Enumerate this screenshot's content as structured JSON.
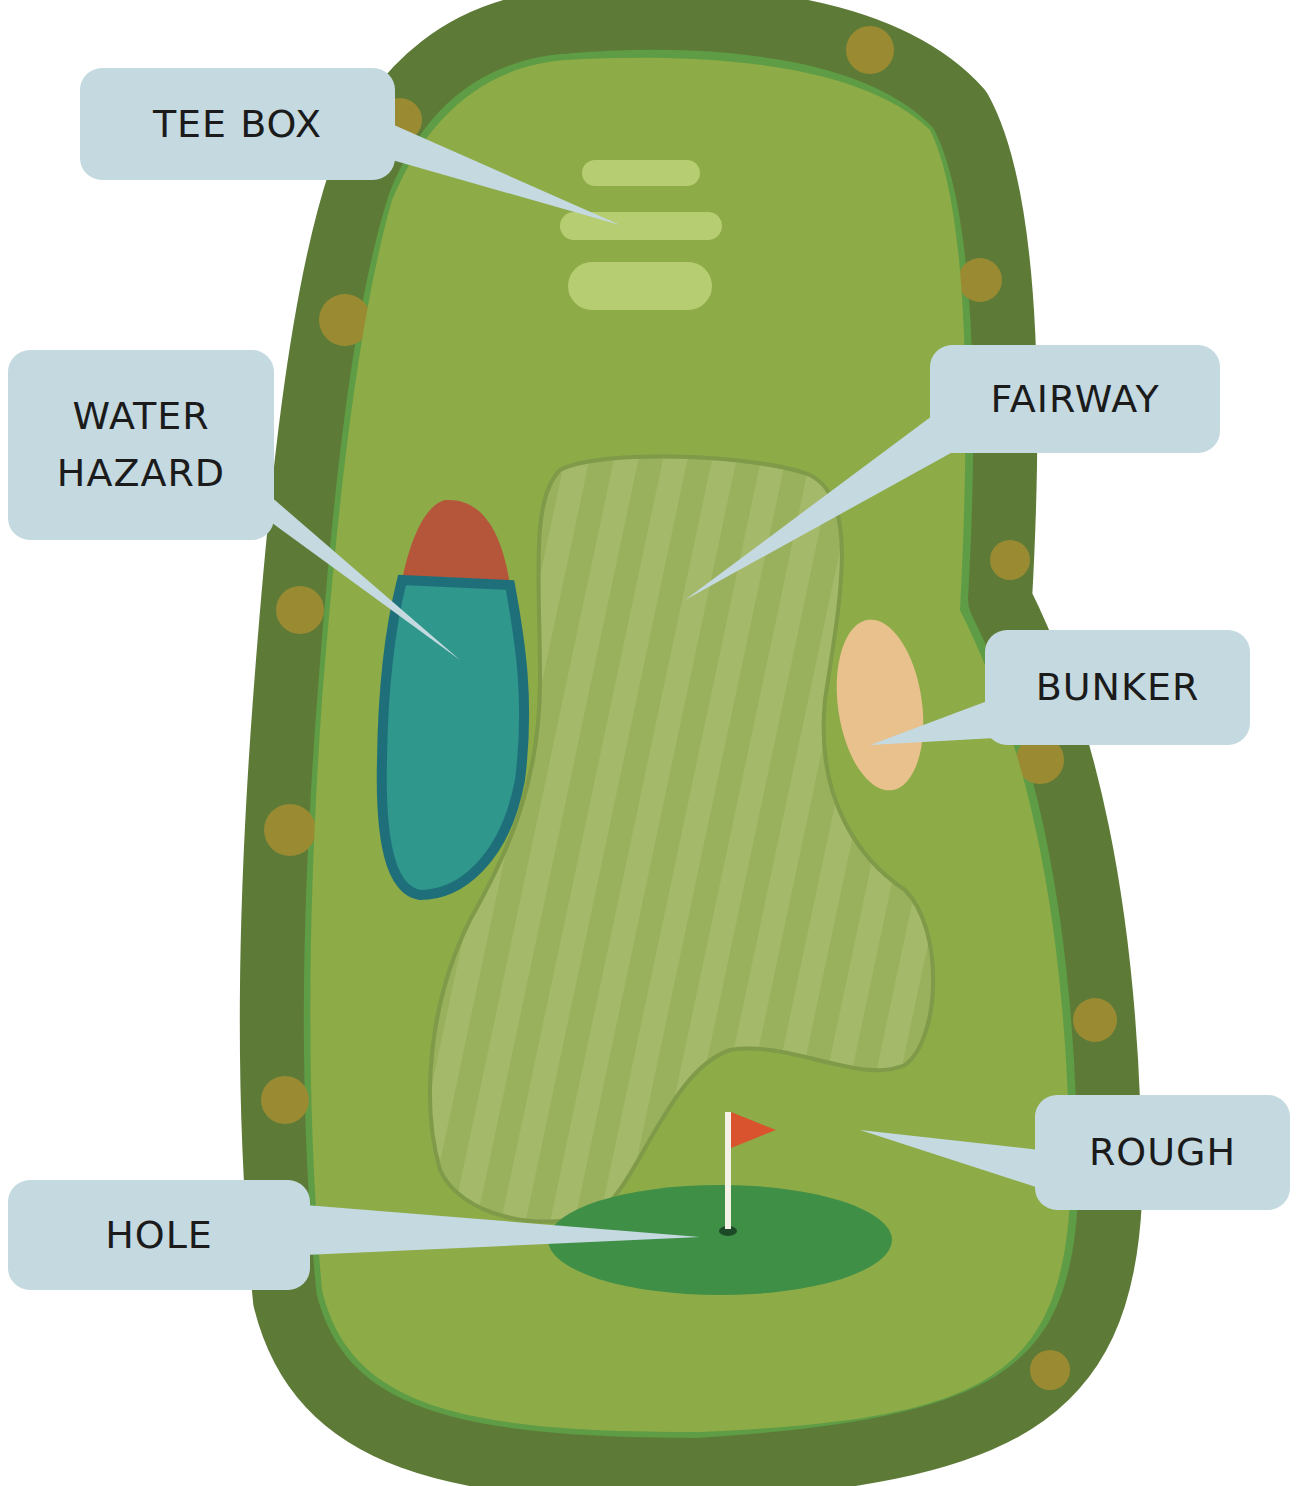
{
  "diagram": {
    "nodes": [
      {
        "text": [
          "TEE BOX"
        ]
      },
      {
        "text": [
          "WATER HAZARD"
        ]
      },
      {
        "text": [
          "FAIRWAY"
        ]
      },
      {
        "text": [
          "BUNKER"
        ]
      },
      {
        "text": [
          "ROUGH"
        ]
      },
      {
        "text": [
          "HOLE"
        ]
      }
    ]
  }
}
